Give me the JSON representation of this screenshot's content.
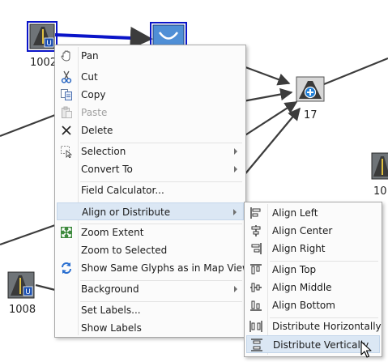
{
  "nodes": {
    "n1002_label": "1002",
    "n17_label": "17",
    "n1008_label": "1008",
    "n100_label": "10"
  },
  "context_menu": {
    "pan": "Pan",
    "cut": "Cut",
    "copy": "Copy",
    "paste": "Paste",
    "delete": "Delete",
    "selection": "Selection",
    "convert_to": "Convert To",
    "field_calculator": "Field Calculator...",
    "align_or_distribute": "Align or Distribute",
    "zoom_extent": "Zoom Extent",
    "zoom_to_selected": "Zoom to Selected",
    "show_same_glyphs": "Show Same Glyphs as in Map View",
    "background": "Background",
    "set_labels": "Set Labels...",
    "show_labels": "Show Labels"
  },
  "align_submenu": {
    "align_left": "Align Left",
    "align_center": "Align Center",
    "align_right": "Align Right",
    "align_top": "Align Top",
    "align_middle": "Align Middle",
    "align_bottom": "Align Bottom",
    "distribute_horizontally": "Distribute Horizontally",
    "distribute_vertically": "Distribute Vertically"
  },
  "colors": {
    "selection": "#0a14c8",
    "edge": "#3c3c3c",
    "menu_highlight": "#dbe7f4"
  }
}
